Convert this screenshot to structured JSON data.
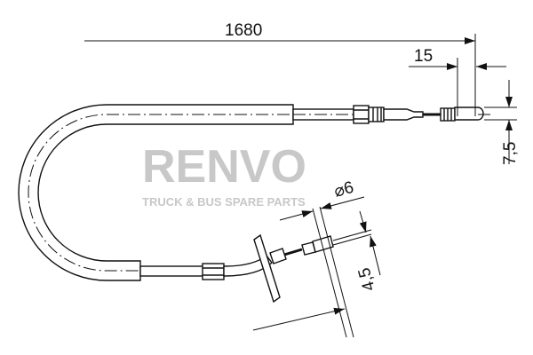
{
  "drawing": {
    "dimensions": {
      "overall_length": "1680",
      "end_fitting_length": "15",
      "end_offset": "7,5",
      "diameter": "⌀6",
      "lower_offset": "4,5"
    },
    "watermark": {
      "brand": "RENVO",
      "tagline": "TRUCK & BUS SPARE PARTS"
    },
    "line_color": "#111111"
  }
}
